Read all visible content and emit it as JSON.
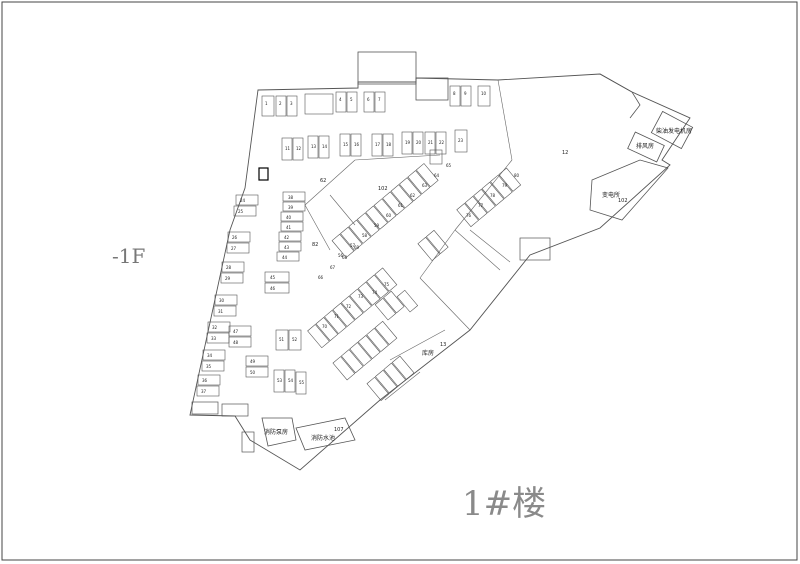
{
  "floor_label": "-1F",
  "building_label": "1#楼",
  "rooms": {
    "diesel_generator": "柴油发电机房",
    "fan_room": "排风房",
    "substation": "变电所",
    "substation_no": "102",
    "storage": "库房",
    "fire_pump_room": "消防泵房",
    "fire_water_tank": "消防水池",
    "tank_no": "107",
    "area_12": "12",
    "area_62": "62",
    "area_82": "82",
    "area_13": "13",
    "area_102": "102"
  },
  "stall_numbers": [
    "1",
    "2",
    "3",
    "4",
    "5",
    "6",
    "7",
    "8",
    "9",
    "10",
    "11",
    "12",
    "13",
    "14",
    "15",
    "16",
    "17",
    "18",
    "19",
    "20",
    "21",
    "22",
    "23",
    "24",
    "25",
    "26",
    "27",
    "28",
    "29",
    "30",
    "31",
    "32",
    "33",
    "34",
    "35",
    "36",
    "37",
    "38",
    "39",
    "40",
    "41",
    "42",
    "43",
    "44",
    "45",
    "46",
    "47",
    "48",
    "49",
    "50",
    "51",
    "52",
    "53",
    "54",
    "55",
    "56",
    "57",
    "58",
    "59",
    "60",
    "61",
    "62",
    "63",
    "64",
    "65",
    "66",
    "67",
    "68",
    "69",
    "70",
    "71",
    "72",
    "73",
    "74",
    "75",
    "76",
    "77",
    "78",
    "79",
    "80"
  ]
}
